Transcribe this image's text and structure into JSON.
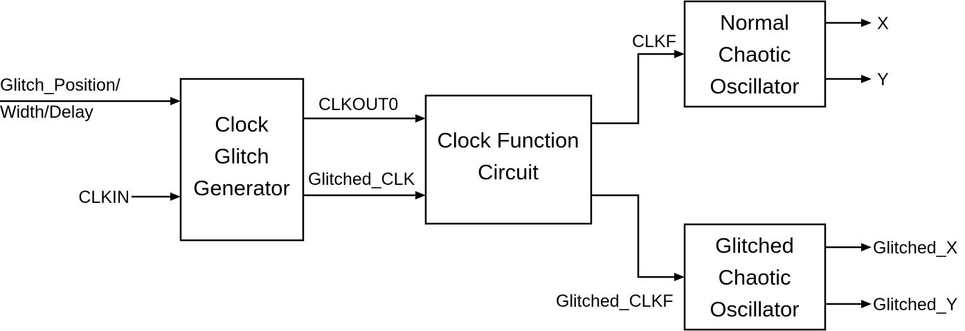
{
  "blocks": {
    "clock_glitch_generator": [
      "Clock",
      "Glitch",
      "Generator"
    ],
    "clock_function_circuit": [
      "Clock Function",
      "Circuit"
    ],
    "normal_chaotic_oscillator": [
      "Normal",
      "Chaotic",
      "Oscillator"
    ],
    "glitched_chaotic_oscillator": [
      "Glitched",
      "Chaotic",
      "Oscillator"
    ]
  },
  "signals": {
    "glitch_params": [
      "Glitch_Position/",
      "Width/Delay"
    ],
    "clkin": "CLKIN",
    "clkout0": "CLKOUT0",
    "glitched_clk": "Glitched_CLK",
    "clkf": "CLKF",
    "glitched_clkf": "Glitched_CLKF",
    "x": "X",
    "y": "Y",
    "glitched_x": "Glitched_X",
    "glitched_y": "Glitched_Y"
  }
}
